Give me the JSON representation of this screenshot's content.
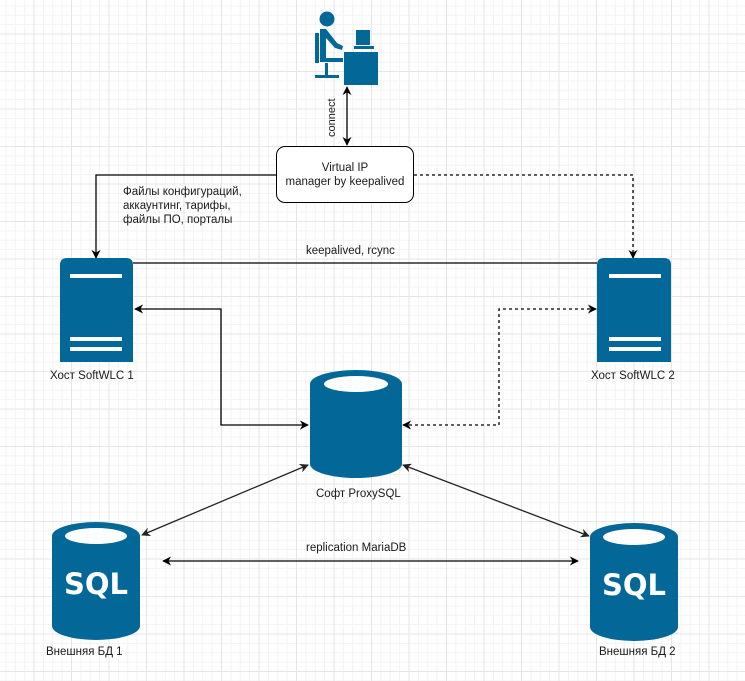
{
  "colors": {
    "icon_blue": "#036897",
    "line": "#000000",
    "text": "#1a1a1a"
  },
  "nodes": {
    "user": {
      "icon": "user-at-desk-icon"
    },
    "vip": {
      "line1": "Virtual IP",
      "line2": "manager by keepalived"
    },
    "host1": {
      "label": "Хост SoftWLC 1",
      "icon": "server-icon"
    },
    "host2": {
      "label": "Хост SoftWLC 2",
      "icon": "server-icon"
    },
    "proxysql": {
      "label": "Софт ProxySQL",
      "icon": "database-icon"
    },
    "db1": {
      "label": "Внешняя БД 1",
      "icon": "sql-database-icon",
      "badge": "SQL"
    },
    "db2": {
      "label": "Внешняя БД 2",
      "icon": "sql-database-icon",
      "badge": "SQL"
    }
  },
  "edges": {
    "connect": {
      "label": "connect",
      "style": "solid",
      "arrows": "both"
    },
    "vip_to_host1": {
      "label_lines": [
        "Файлы конфигураций,",
        "аккаунтинг, тарифы,",
        "файлы ПО, порталы"
      ],
      "style": "solid",
      "arrows": "end"
    },
    "vip_to_host2": {
      "style": "dashed",
      "arrows": "end"
    },
    "host_sync": {
      "label": "keepalived, rcync",
      "style": "solid",
      "arrows": "none"
    },
    "host1_proxysql": {
      "style": "solid",
      "arrows": "both"
    },
    "host2_proxysql": {
      "style": "dashed",
      "arrows": "both"
    },
    "proxysql_db1": {
      "style": "solid",
      "arrows": "both"
    },
    "proxysql_db2": {
      "style": "solid",
      "arrows": "both"
    },
    "replication": {
      "label": "replication MariaDB",
      "style": "solid",
      "arrows": "both"
    }
  }
}
